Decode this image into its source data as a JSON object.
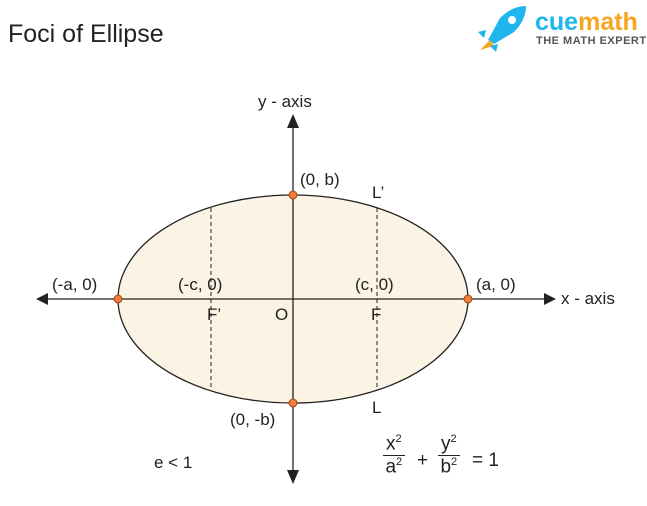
{
  "title": "Foci of Ellipse",
  "brand": {
    "name_part1": "cue",
    "name_part2": "math",
    "tagline": "THE MATH EXPERT"
  },
  "colors": {
    "fill": "#fbf3e3",
    "point": "#f47c3c",
    "brand_blue": "#1fb6ef",
    "brand_orange": "#f6a623"
  },
  "labels": {
    "y_axis": "y - axis",
    "x_axis": "x - axis",
    "top_vertex": "(0, b)",
    "bottom_vertex": "(0, -b)",
    "left_vertex": "(-a, 0)",
    "right_vertex": "(a, 0)",
    "left_focus": "(-c, 0)",
    "right_focus": "(c, 0)",
    "origin": "O",
    "focus_left_name": "F’",
    "focus_right_name": "F",
    "latus_top": "L’",
    "latus_bottom": "L",
    "eccentricity": "e < 1"
  },
  "equation": {
    "x_num": "x",
    "a_den": "a",
    "y_num": "y",
    "b_den": "b",
    "exp": "2",
    "plus": "+",
    "rhs": "= 1"
  }
}
